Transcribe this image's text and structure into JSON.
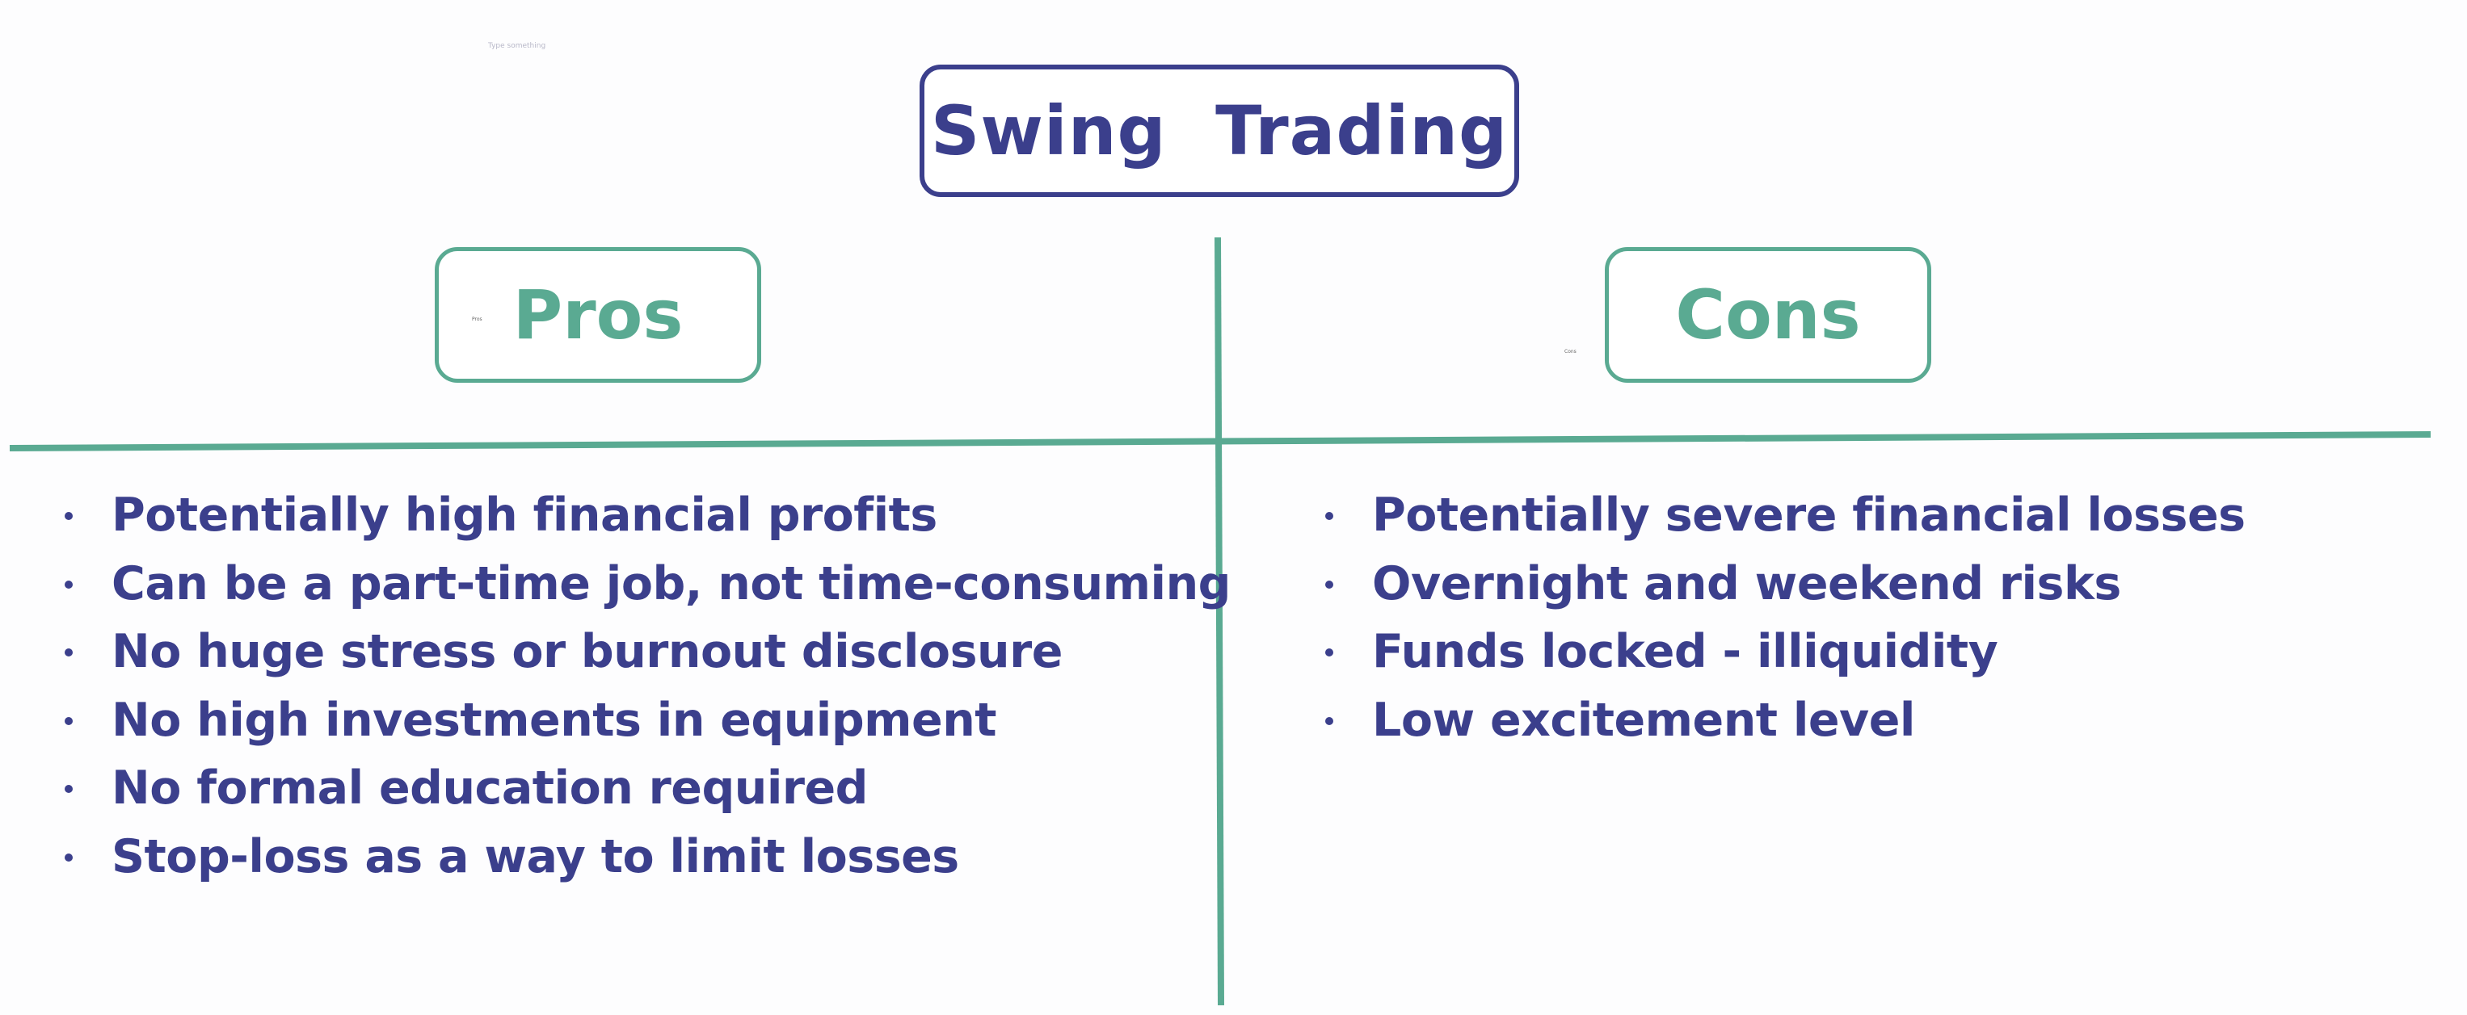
{
  "title": "Swing  Trading",
  "faint_label": "Type something",
  "pros": {
    "heading": "Pros",
    "tiny_label": "Pros",
    "items": [
      "Potentially high financial profits",
      "Can be a part-time job, not time-consuming",
      "No huge stress or burnout disclosure",
      "No high investments in equipment",
      "No formal education required",
      "Stop-loss as a way to limit losses"
    ]
  },
  "cons": {
    "heading": "Cons",
    "tiny_label": "Cons",
    "items": [
      "Potentially severe financial losses",
      "Overnight and weekend risks",
      "Funds locked - illiquidity",
      "Low excitement level"
    ]
  },
  "colors": {
    "navy": "#3b3f8c",
    "teal": "#5aaa92"
  }
}
